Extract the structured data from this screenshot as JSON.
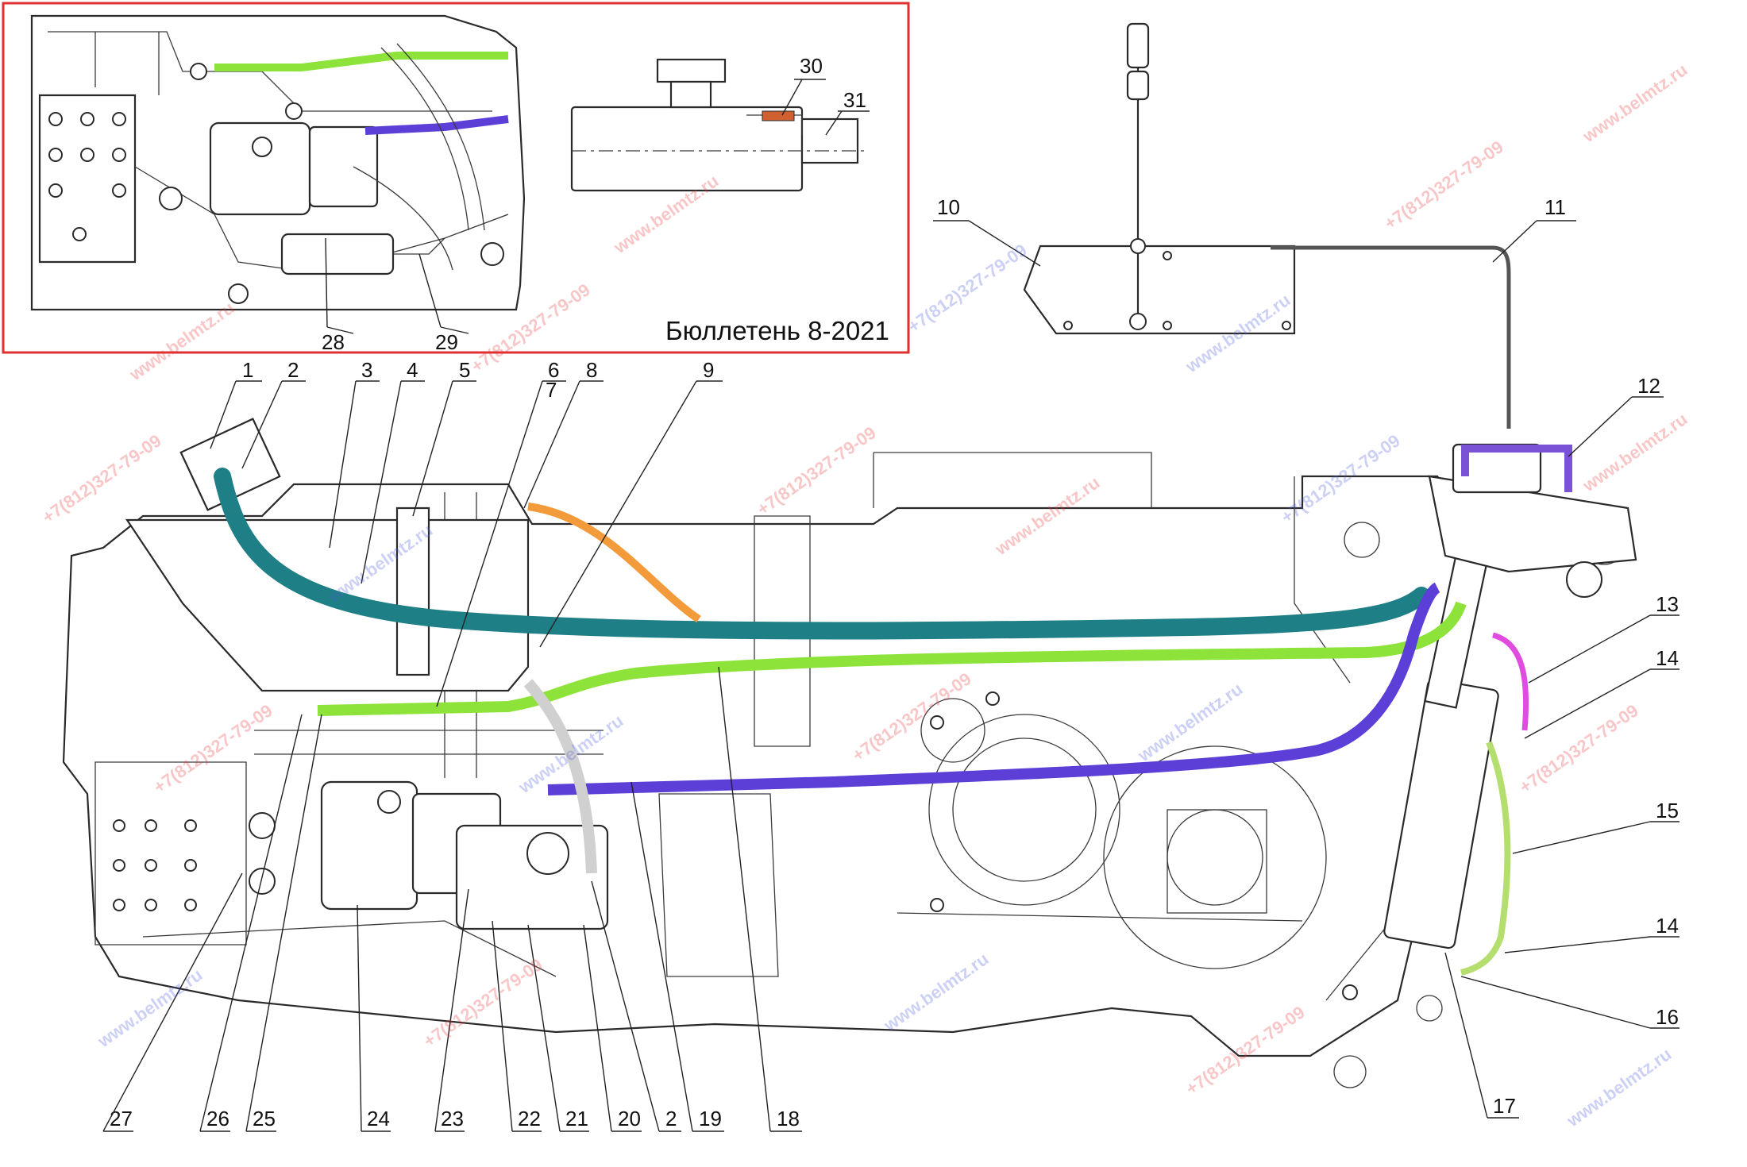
{
  "bulletin_label": "Бюллетень 8-2021",
  "inset": {
    "callouts": [
      "28",
      "29",
      "30",
      "31"
    ]
  },
  "callouts": [
    "1",
    "2",
    "3",
    "4",
    "5",
    "6",
    "7",
    "8",
    "9",
    "10",
    "11",
    "12",
    "13",
    "14",
    "14",
    "15",
    "16",
    "17",
    "18",
    "19",
    "2",
    "20",
    "21",
    "22",
    "23",
    "24",
    "25",
    "26",
    "27"
  ],
  "watermarks": [
    "www.belmtz.ru",
    "+7(812)327-79-09"
  ],
  "colors": {
    "teal_hose": "#1f7f86",
    "green_hose": "#8ee33a",
    "blue_hose": "#5b3fd6",
    "orange_hose": "#f39a3a",
    "magenta_hose": "#e04be0",
    "light_green_hose": "#b4de6e",
    "inset_border": "#e03030",
    "watermark_red": "#e8373b",
    "watermark_blue": "#4b5bd8"
  }
}
